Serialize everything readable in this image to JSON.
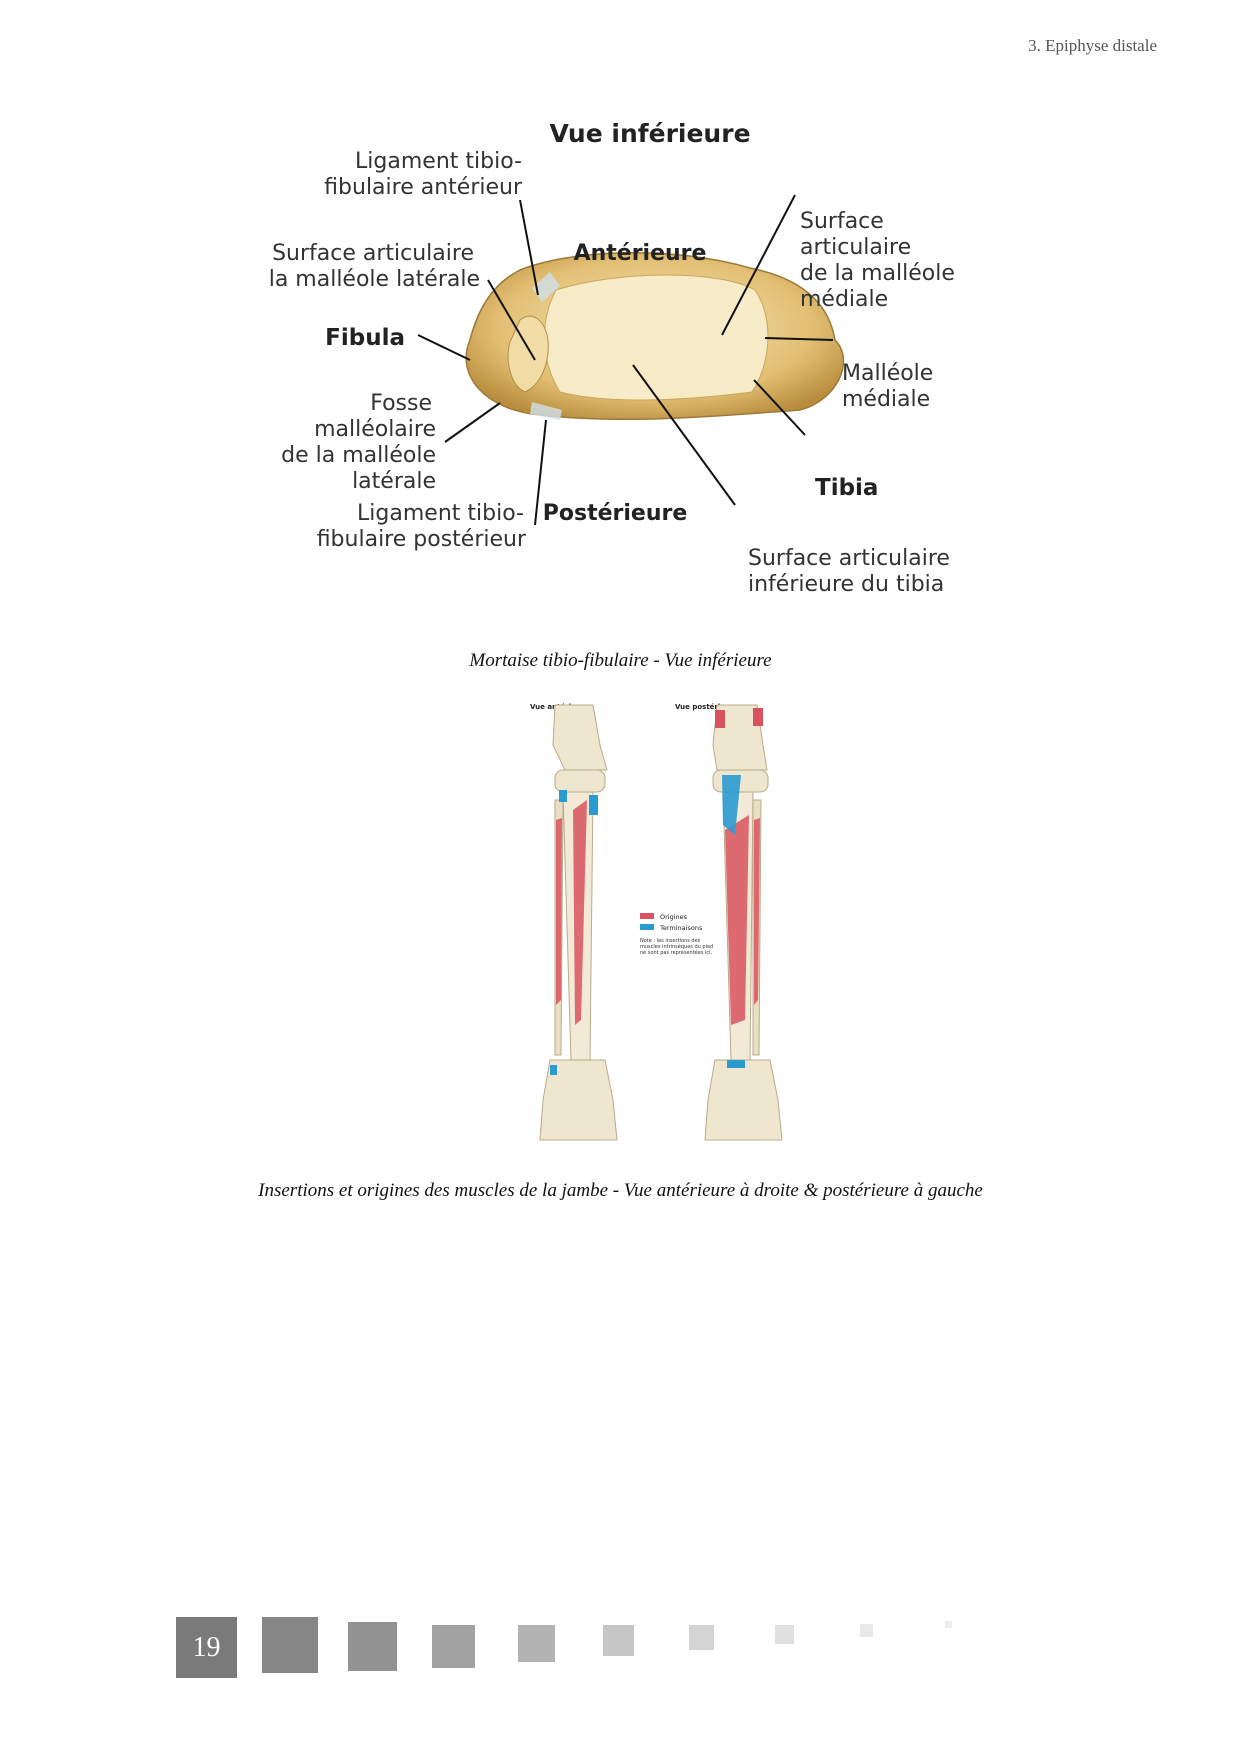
{
  "header": {
    "section": "3. Epiphyse distale"
  },
  "figure1": {
    "title": "Vue inférieure",
    "labels": {
      "ligament_ant_1": "Ligament tibio-",
      "ligament_ant_2": "fibulaire antérieur",
      "surf_lat_1": "Surface articulaire",
      "surf_lat_2": "de la malléole latérale",
      "fibula": "Fibula",
      "fosse_1": "Fosse",
      "fosse_2": "malléolaire",
      "fosse_3": "de la malléole",
      "fosse_4": "latérale",
      "ligament_post_1": "Ligament tibio-",
      "ligament_post_2": "fibulaire postérieur",
      "anterieure": "Antérieure",
      "posterieure": "Postérieure",
      "surf_med_1": "Surface",
      "surf_med_2": "articulaire",
      "surf_med_3": "de la malléole",
      "surf_med_4": "médiale",
      "malleole_1": "Malléole",
      "malleole_2": "médiale",
      "tibia": "Tibia",
      "surf_inf_1": "Surface articulaire",
      "surf_inf_2": "inférieure du tibia"
    },
    "caption": "Mortaise tibio-fibulaire - Vue inférieure"
  },
  "figure2": {
    "view_anterior": "Vue antérieure",
    "view_posterior": "Vue postérieure",
    "legend": {
      "origins": "Origines",
      "terminations": "Terminaisons"
    },
    "note": "Note : les insertions des muscles intrinsèques du pied ne sont pas représentées ici.",
    "caption": "Insertions et origines des muscles de la jambe - Vue antérieure à droite & postérieure à gauche"
  },
  "footer": {
    "page_number": "19"
  },
  "colors": {
    "origins": "#d9535f",
    "terminations": "#2a9bd1",
    "bone": "#efe6cf",
    "mortise_bone": "#e3c27a"
  }
}
